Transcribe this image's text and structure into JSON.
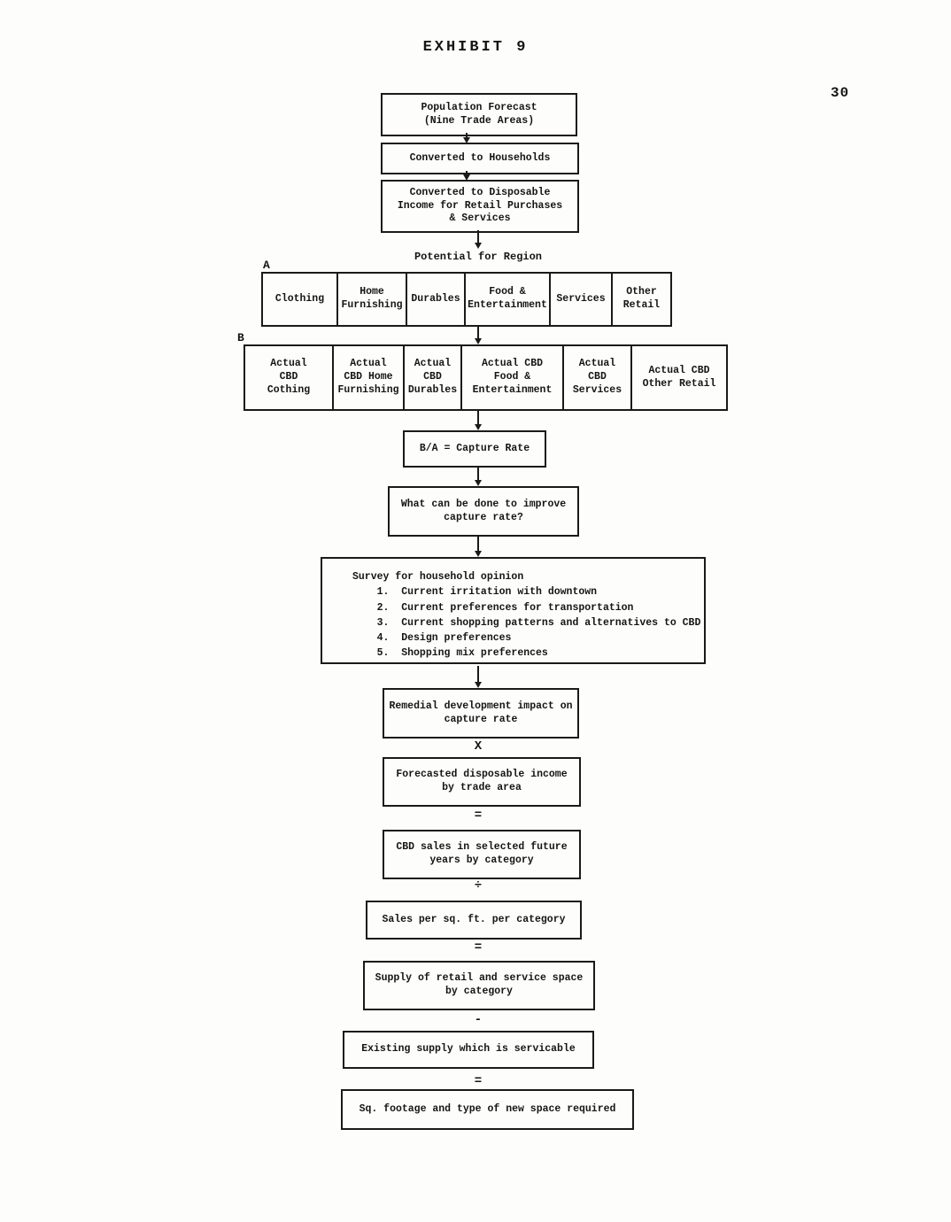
{
  "diagram": {
    "title": "EXHIBIT 9",
    "page_number": "30",
    "boxes": {
      "population": "Population Forecast\n(Nine Trade Areas)",
      "households": "Converted to Households",
      "disposable": "Converted to Disposable\nIncome for Retail Purchases\n& Services",
      "capture": "B/A = Capture Rate",
      "improve": "What can be done to improve\ncapture rate?",
      "remedial": "Remedial development impact on\ncapture rate",
      "forecast": "Forecasted disposable income\nby trade area",
      "cbd_sales": "CBD sales in selected future\nyears by category",
      "sales_per_sqft": "Sales per sq. ft. per category",
      "supply": "Supply of retail and service space\nby category",
      "existing": "Existing supply which is servicable",
      "sq_footage": "Sq. footage and type of new space required"
    },
    "labels": {
      "potential": "Potential for Region",
      "row_a": "A",
      "row_b": "B"
    },
    "survey": "Survey for household opinion\n    1.  Current irritation with downtown\n    2.  Current preferences for transportation\n    3.  Current shopping patterns and alternatives to CBD\n    4.  Design preferences\n    5.  Shopping mix preferences",
    "row_a": {
      "cells": [
        "Clothing",
        "Home\nFurnishing",
        "Durables",
        "Food &\nEntertainment",
        "Services",
        "Other\nRetail"
      ]
    },
    "row_b": {
      "cells": [
        "Actual\nCBD\nCothing",
        "Actual\nCBD Home\nFurnishing",
        "Actual\nCBD\nDurables",
        "Actual CBD\nFood &\nEntertainment",
        "Actual\nCBD\nServices",
        "Actual CBD\nOther Retail"
      ]
    },
    "operators": {
      "multiply": "X",
      "equals1": "=",
      "divide": "÷",
      "equals2": "=",
      "minus": "-",
      "equals3": "="
    },
    "colors": {
      "ink": "#1b1a18",
      "paper": "#fdfdfb"
    }
  }
}
